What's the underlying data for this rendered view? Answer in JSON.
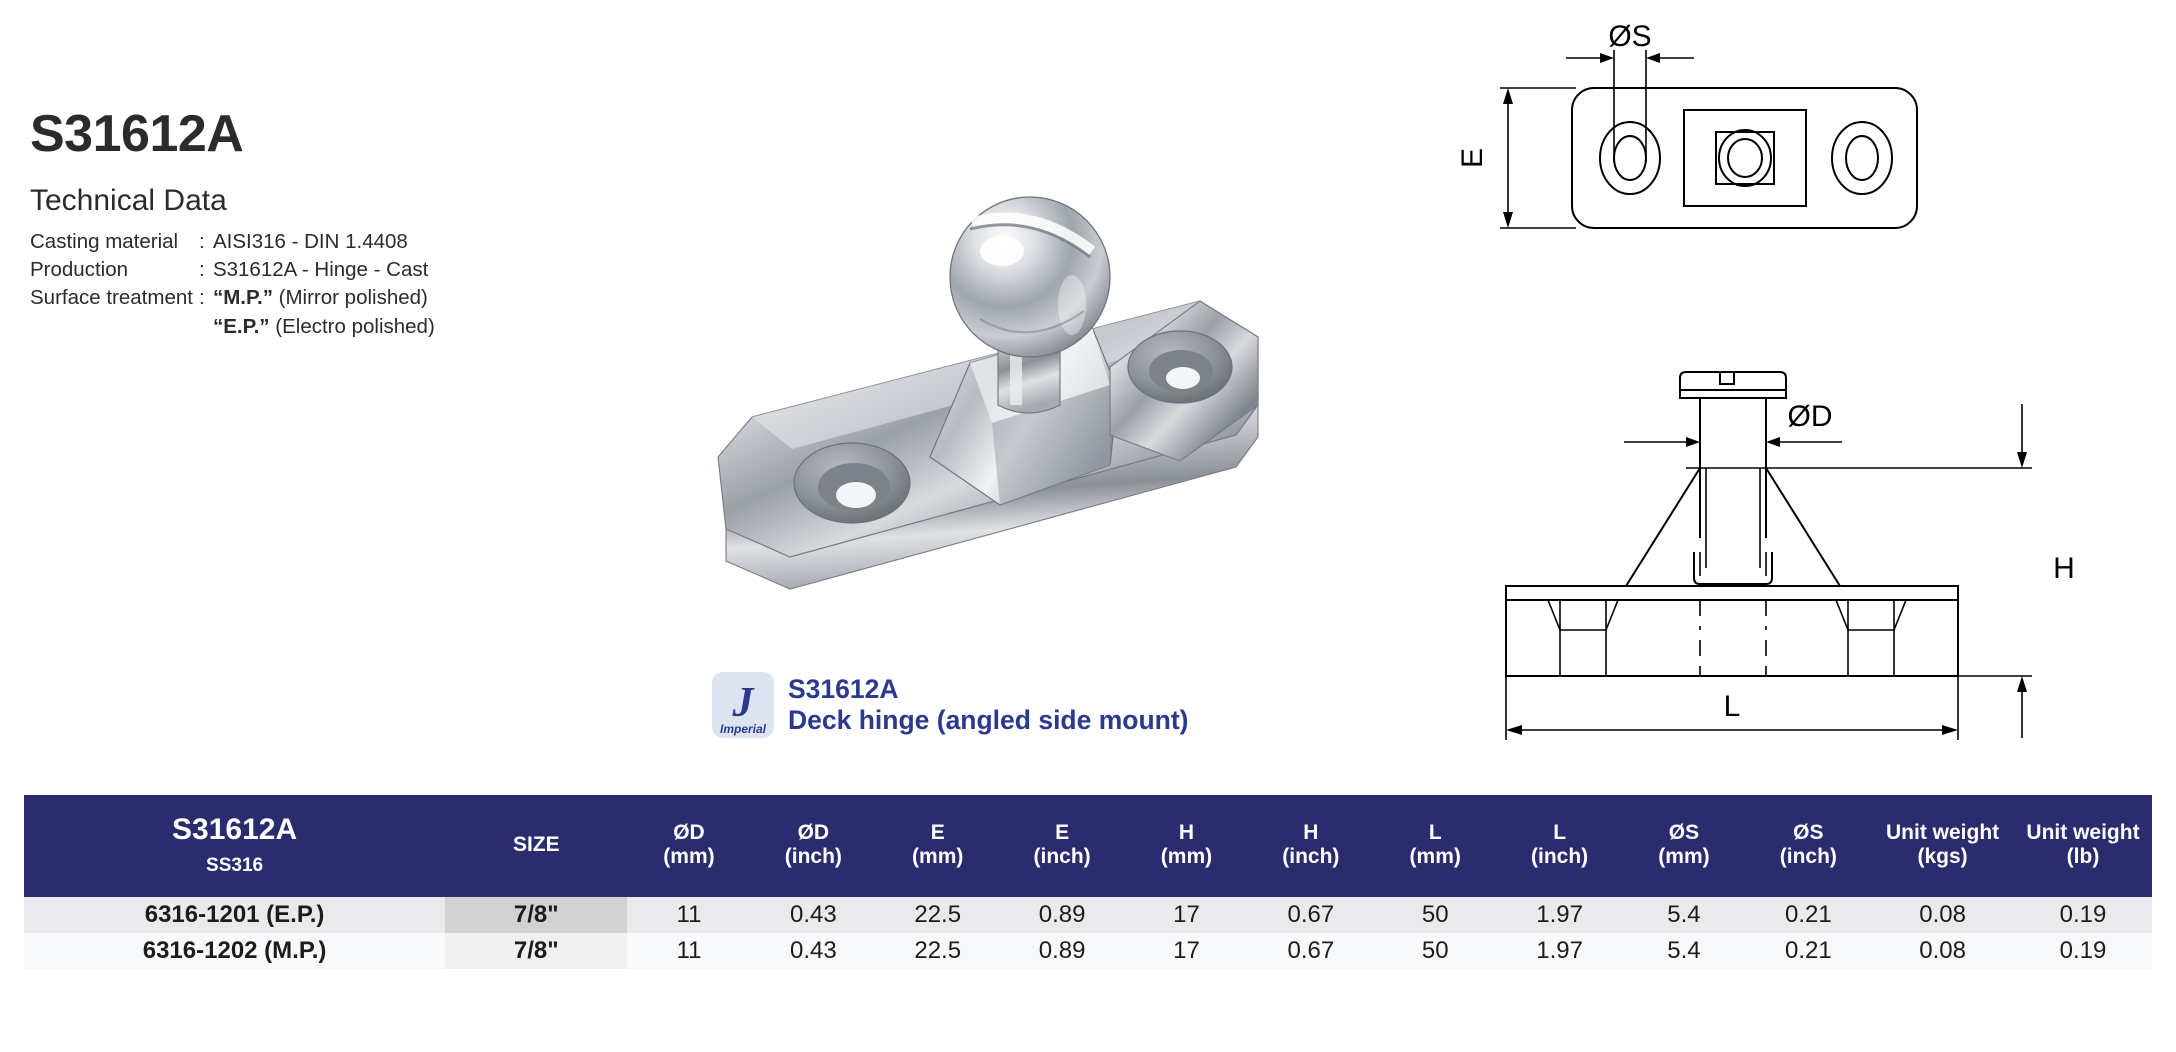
{
  "product": {
    "code": "S31612A",
    "tech_data_heading": "Technical Data",
    "specs": [
      {
        "label": "Casting material",
        "colon": ":",
        "value_plain": "AISI316 - DIN 1.4408"
      },
      {
        "label": "Production",
        "colon": ":",
        "value_plain": "S31612A - Hinge - Cast"
      },
      {
        "label": "Surface treatment",
        "colon": ":",
        "value_bold": "“M.P.”",
        "value_rest": " (Mirror polished)"
      },
      {
        "label": "",
        "colon": "",
        "value_bold": "“E.P.”",
        "value_rest": " (Electro polished)"
      }
    ]
  },
  "caption": {
    "logo_letter": "J",
    "logo_word": "Imperial",
    "line1": "S31612A",
    "line2": "Deck hinge (angled side mount)"
  },
  "drawings": {
    "plan_view": {
      "dim_vertical": "E",
      "dim_hole": "ØS"
    },
    "elevation_view": {
      "dim_pin": "ØD",
      "dim_height": "H",
      "dim_length": "L"
    }
  },
  "table": {
    "header": {
      "model_main": "S31612A",
      "model_sub": "SS316",
      "columns": [
        {
          "name": "SIZE",
          "unit": ""
        },
        {
          "name": "ØD",
          "unit": "(mm)"
        },
        {
          "name": "ØD",
          "unit": "(inch)"
        },
        {
          "name": "E",
          "unit": "(mm)"
        },
        {
          "name": "E",
          "unit": "(inch)"
        },
        {
          "name": "H",
          "unit": "(mm)"
        },
        {
          "name": "H",
          "unit": "(inch)"
        },
        {
          "name": "L",
          "unit": "(mm)"
        },
        {
          "name": "L",
          "unit": "(inch)"
        },
        {
          "name": "ØS",
          "unit": "(mm)"
        },
        {
          "name": "ØS",
          "unit": "(inch)"
        },
        {
          "name": "Unit weight",
          "unit": "(kgs)"
        },
        {
          "name": "Unit weight",
          "unit": "(lb)"
        }
      ]
    },
    "rows": [
      {
        "model": "6316-1201 (E.P.)",
        "size": "7/8\"",
        "od_mm": "11",
        "od_inch": "0.43",
        "e_mm": "22.5",
        "e_inch": "0.89",
        "h_mm": "17",
        "h_inch": "0.67",
        "l_mm": "50",
        "l_inch": "1.97",
        "os_mm": "5.4",
        "os_inch": "0.21",
        "weight_kgs": "0.08",
        "weight_lb": "0.19"
      },
      {
        "model": "6316-1202 (M.P.)",
        "size": "7/8\"",
        "od_mm": "11",
        "od_inch": "0.43",
        "e_mm": "22.5",
        "e_inch": "0.89",
        "h_mm": "17",
        "h_inch": "0.67",
        "l_mm": "50",
        "l_inch": "1.97",
        "os_mm": "5.4",
        "os_inch": "0.21",
        "weight_kgs": "0.08",
        "weight_lb": "0.19"
      }
    ]
  },
  "colors": {
    "header_navy": "#2b2c6e",
    "brand_blue": "#2b3a8f",
    "logo_bg": "#dde3f0",
    "row_a": "#eaeaec",
    "row_b": "#f8f9fb",
    "size_cell_a": "#d2d2d2",
    "size_cell_b": "#f0f0f0",
    "text_dark": "#2b2b2b"
  }
}
